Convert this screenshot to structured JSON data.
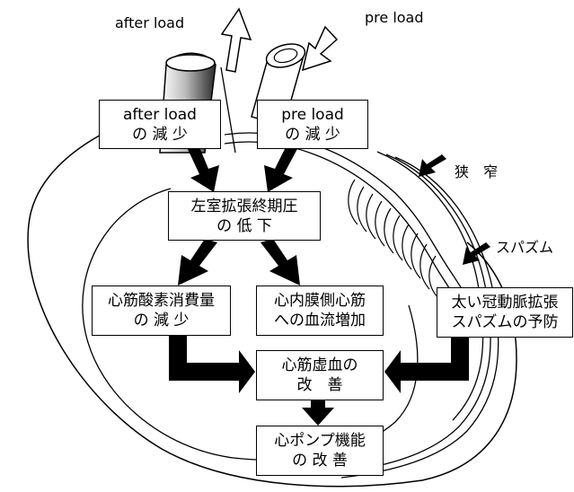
{
  "labels": {
    "after_load": "after load",
    "pre_load": "pre load",
    "stenosis": "狭　窄",
    "spasm": "スパズム"
  },
  "boxes": {
    "after_load_reduction": [
      "after load",
      "の 減 少"
    ],
    "pre_load_reduction": [
      "pre load",
      "の 減 少"
    ],
    "lvedp_decrease": [
      "左室拡張終期圧",
      "の 低 下"
    ],
    "myocardial_o2_reduction": [
      "心筋酸素消費量",
      "の 減 少"
    ],
    "endocardial_flow_increase": [
      "心内膜側心筋",
      "への血流増加"
    ],
    "coronary_dilation": [
      "太い冠動脈拡張",
      "スパズムの予防"
    ],
    "ischemia_improvement": [
      "心筋虚血の",
      "改　善"
    ],
    "pump_improvement": [
      "心ポンプ機能",
      "の 改 善"
    ]
  }
}
